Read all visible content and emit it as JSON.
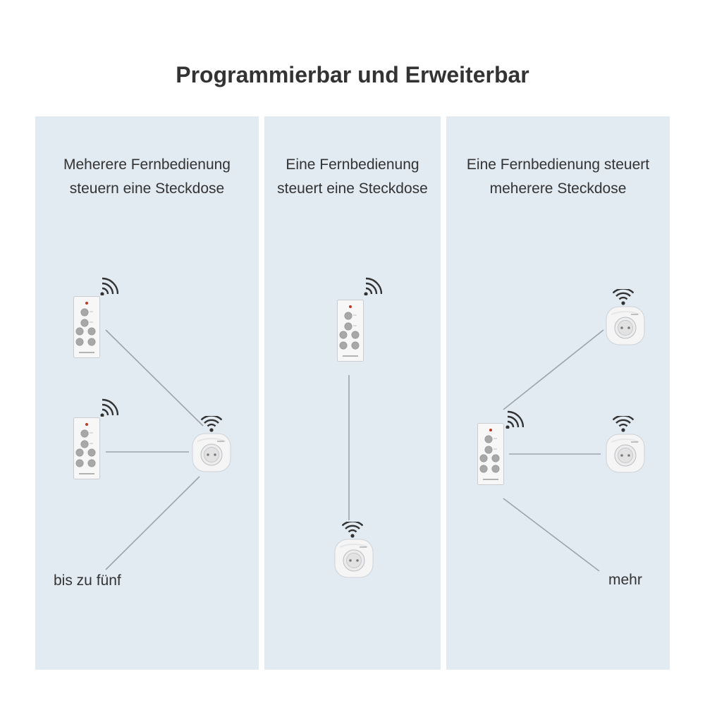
{
  "title": "Programmierbar und Erweiterbar",
  "panels": [
    {
      "heading_lines": [
        "Meherere Fernbedienung",
        "steuern eine Steckdose"
      ],
      "note": "bis zu fünf"
    },
    {
      "heading_lines": [
        "Eine Fernbedienung",
        "steuert eine Steckdose"
      ]
    },
    {
      "heading_lines": [
        "Eine Fernbedienung steuert",
        "meherere Steckdose"
      ],
      "note": "mehr"
    }
  ],
  "icons": {
    "remote": "remote-control-icon",
    "plug": "smart-plug-icon",
    "signal": "wifi-signal-icon"
  },
  "colors": {
    "panel_background": "#e2eaf2",
    "connector_line": "#9ba3ac",
    "led": "#c0392b"
  }
}
